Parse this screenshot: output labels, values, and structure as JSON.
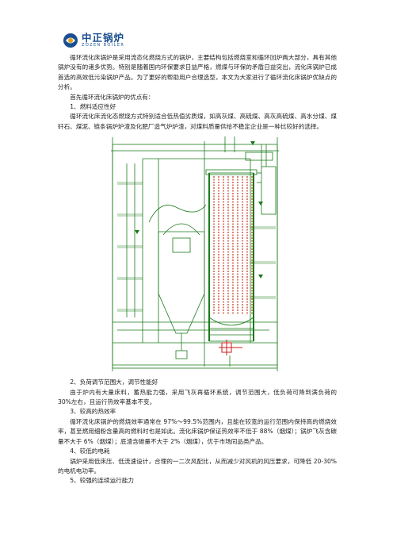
{
  "logo": {
    "name_cn": "中正锅炉",
    "name_en": "ZOZEN BOILER",
    "brand_color": "#1b4f8f"
  },
  "paragraphs": [
    "循环流化床锅炉是采用流态化燃烧方式的锅炉，主要结构包括燃烧室和循环回炉两大部分，具有其他锅炉没有的诸多优势。特别是随着国内环保要求日益严格，燃煤与环保的矛盾日益突出，流化床锅炉已成首选的高效低污染锅炉产品。为了更好的帮助用户合理选型，本文为大家进行了循环流化床锅炉优缺点的分析。",
    "首先循环流化床锅炉的优点有：",
    "1、燃料适应性好",
    "循环流化床流化态燃烧方式特别适合低热值劣质煤，如高灰煤、高硫煤、高灰高硫煤、高水分煤、煤矸石、煤泥、链条锅炉炉渣及化肥厂造气炉炉渣，对煤料质量供给不稳定企业是一种比较好的选择。"
  ],
  "paragraphs_after": [
    "2、负荷调节范围大，调节性能好",
    "由于炉内有大量床料，蓄热能力强，采用飞灰再循环系统，调节范围大，低负荷可降到满负荷的 30%左右，且运行热效率基本不变。",
    "3、较高的热效率",
    "循环流化床锅炉的燃烧效率通常在 97%～99.5%范围内，且能在较宽的运行范围内保持高的燃烧效率，甚至燃用细粉含量高的燃料时也是如此。流化床锅炉保证热效率不低于 88%（烟煤）；锅炉飞灰含碳量不大于 6%（烟煤）；底渣含碳量不大于 2%（烟煤），优于市场同品类产品。",
    "4、较低的电耗",
    "锅炉采用低床压、低流速设计，合理的一二次风配比，从而减少对风机的风压要求，可降低 20-30%的电机电功率。",
    "5、较强的连续运行能力"
  ],
  "diagram": {
    "line_color": "#1a7a1a",
    "tube_color": "#c8422a",
    "marker_color": "#d21a1a"
  }
}
